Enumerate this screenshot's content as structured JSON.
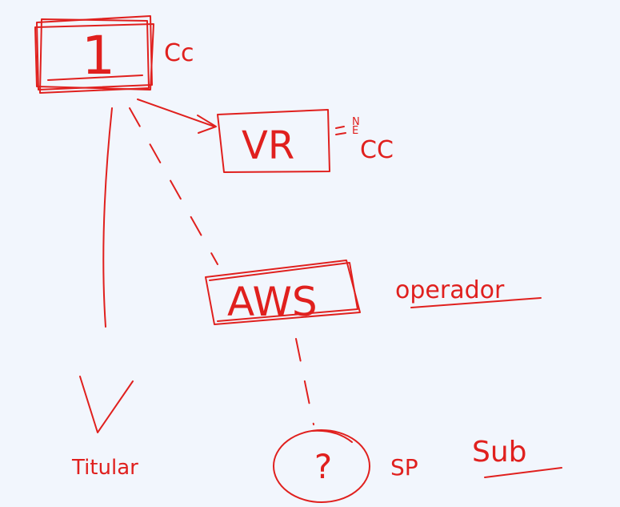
{
  "canvas": {
    "background": "#f2f6fd",
    "ink_color": "#e0201e"
  },
  "nodes": {
    "box1": {
      "label": "1",
      "note": "Cc"
    },
    "vr": {
      "label": "VR",
      "note_sup": "N\nE",
      "note": "CC"
    },
    "aws": {
      "label": "AWS",
      "note": "operador"
    },
    "circle": {
      "label": "?",
      "note": "SP"
    }
  },
  "labels": {
    "titular": "Titular",
    "sub": "Sub"
  }
}
